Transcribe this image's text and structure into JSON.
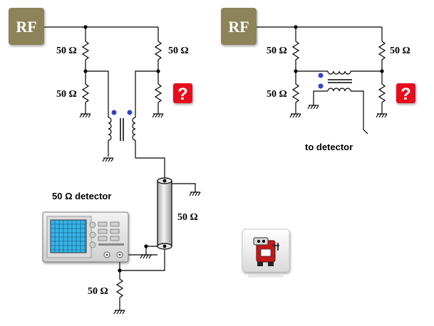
{
  "rf_labels": {
    "left": "RF",
    "right": "RF"
  },
  "resistor_labels": {
    "left_top_left": "50 Ω",
    "left_top_right": "50 Ω",
    "left_bottom_left": "50 Ω",
    "right_top_left": "50 Ω",
    "right_top_right": "50 Ω",
    "right_bottom_left": "50 Ω",
    "coax": "50 Ω",
    "detector_load": "50 Ω"
  },
  "detector_label": "50 Ω detector",
  "to_detector_label": "to detector",
  "help_badges": {
    "left": "?",
    "right": "?"
  },
  "colors": {
    "rf_box": "#8c8458",
    "help_badge": "#e8101c",
    "dot": "#3344cc",
    "coax": "#d8d8d8",
    "scope_body": "#e6e6e6",
    "scope_screen": "#38b4e8"
  },
  "icons": {
    "help": "question-mark-icon",
    "toolbox": "toolbox-character-icon"
  }
}
